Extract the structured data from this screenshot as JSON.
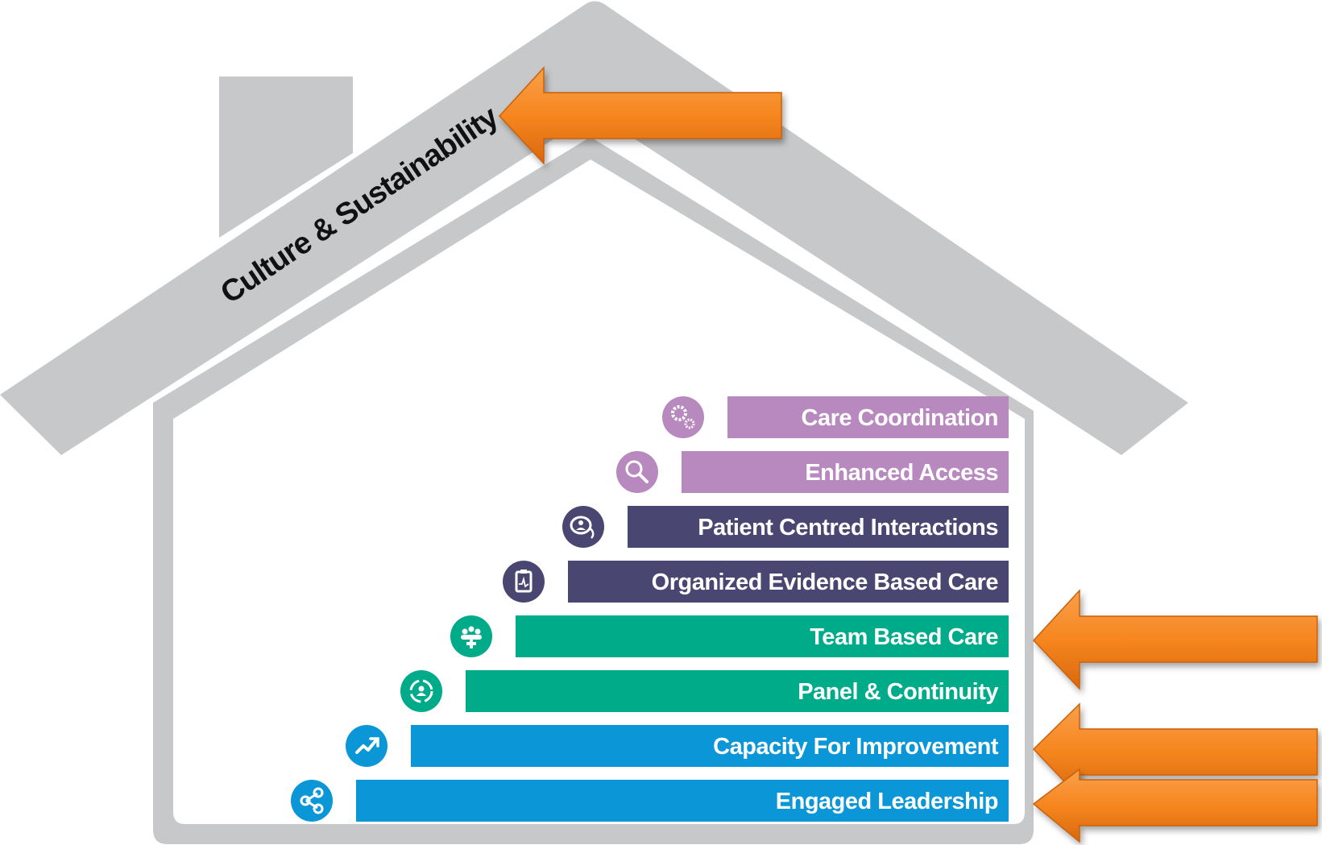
{
  "roof": {
    "label": "Culture & Sustainability"
  },
  "colors": {
    "house": "#c7c8ca",
    "purple": "#b889bf",
    "navy": "#4a4672",
    "green": "#00ab8a",
    "blue": "#0b96d8",
    "arrow": "#f6861f"
  },
  "steps": [
    {
      "label": "Care Coordination",
      "color": "#b889bf",
      "icon": "gears-heart-icon"
    },
    {
      "label": "Enhanced Access",
      "color": "#b889bf",
      "icon": "magnifier-clock-icon"
    },
    {
      "label": "Patient Centred Interactions",
      "color": "#4a4672",
      "icon": "speech-bubbles-person-icon"
    },
    {
      "label": "Organized Evidence Based Care",
      "color": "#4a4672",
      "icon": "clipboard-pulse-icon"
    },
    {
      "label": "Team Based Care",
      "color": "#00ab8a",
      "icon": "team-plus-icon"
    },
    {
      "label": "Panel & Continuity",
      "color": "#00ab8a",
      "icon": "cycle-person-icon"
    },
    {
      "label": "Capacity For Improvement",
      "color": "#0b96d8",
      "icon": "trend-up-icon"
    },
    {
      "label": "Engaged Leadership",
      "color": "#0b96d8",
      "icon": "share-network-icon"
    }
  ],
  "highlighted_items": [
    "Culture & Sustainability",
    "Team Based Care",
    "Capacity For Improvement",
    "Engaged Leadership"
  ]
}
